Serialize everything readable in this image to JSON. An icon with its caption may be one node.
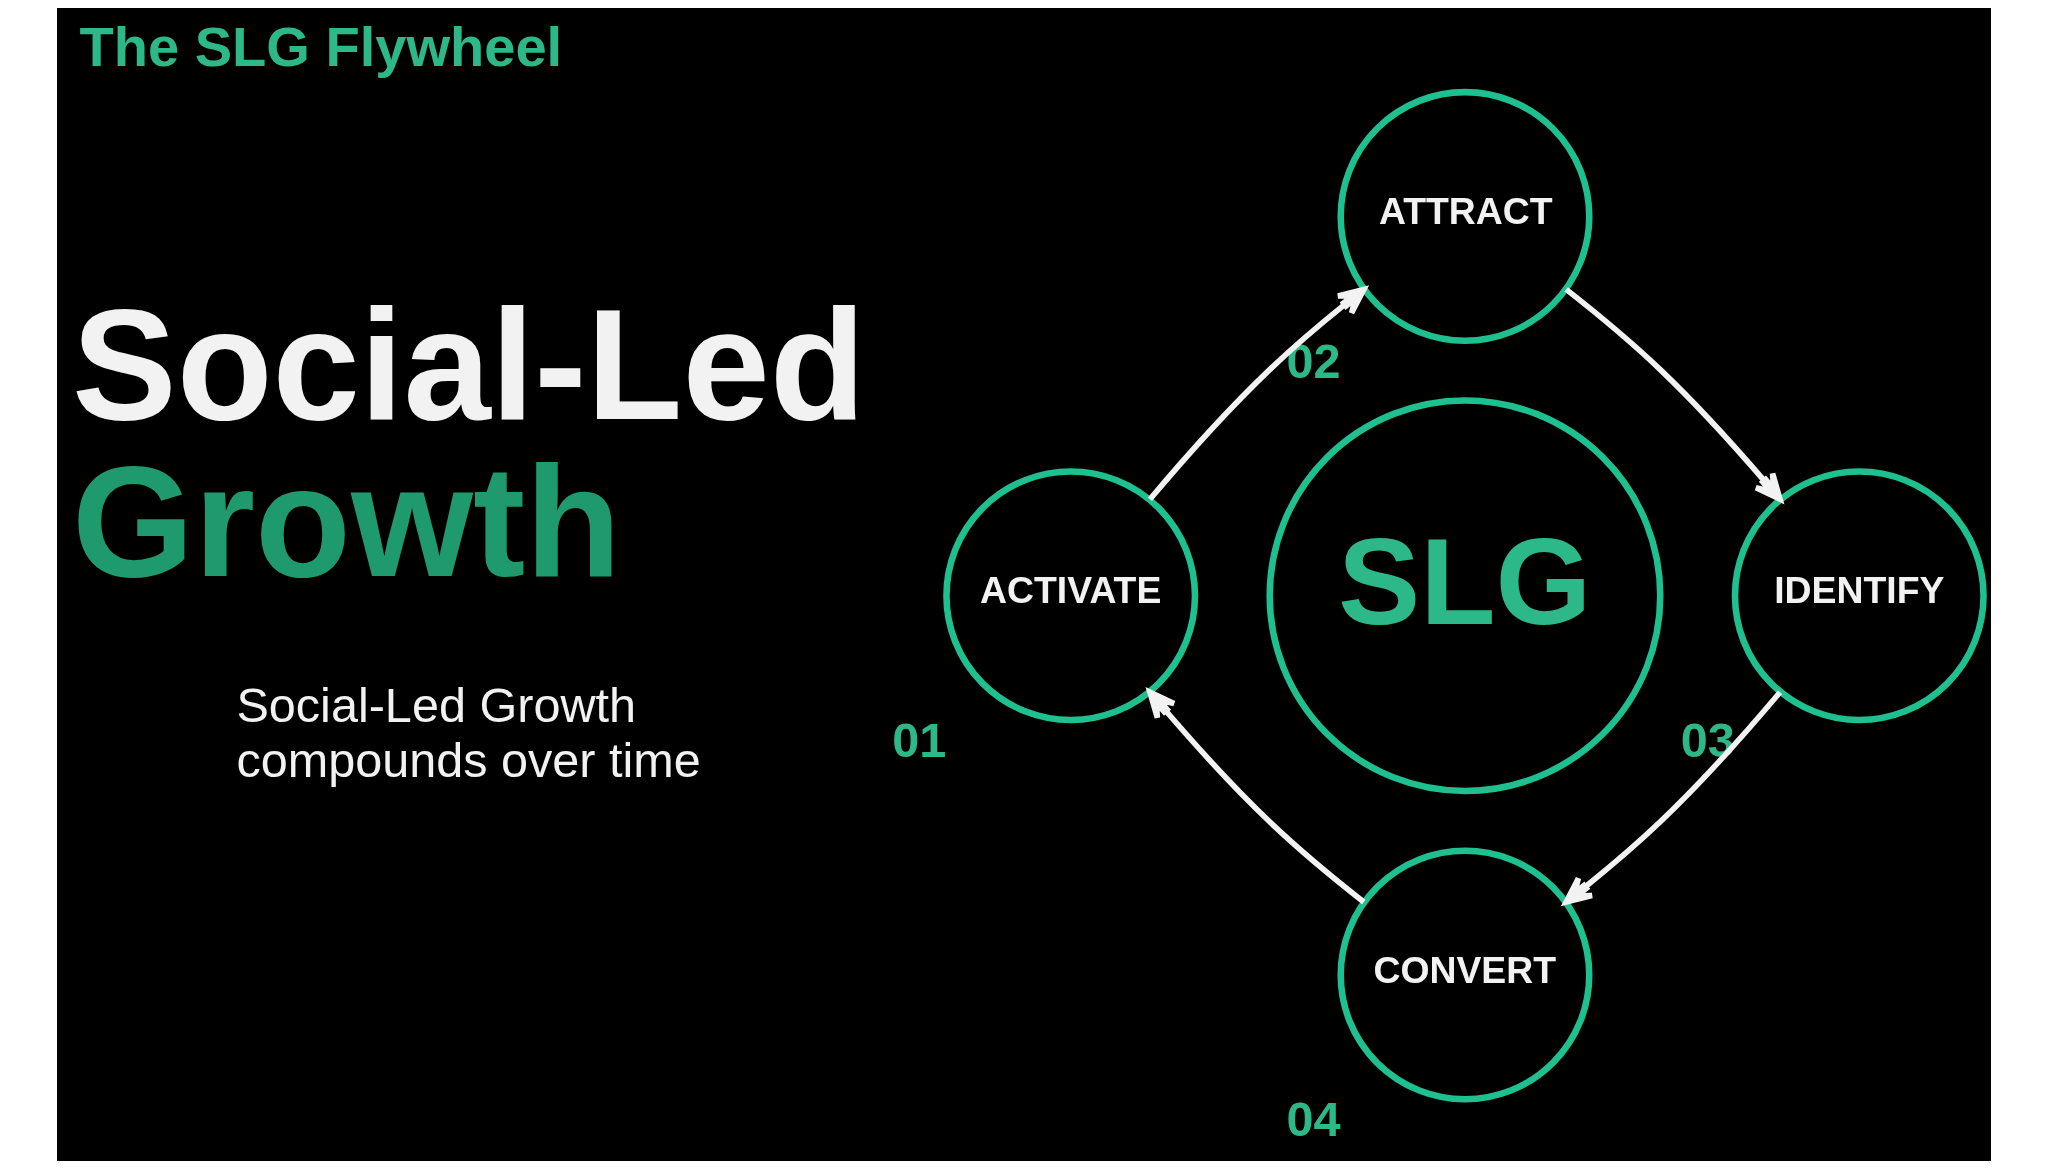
{
  "diagram": {
    "title": "The SLG Flywheel",
    "nodes": [
      {
        "text": [
          "ACTIVATE"
        ],
        "beside": [
          "01"
        ]
      },
      {
        "text": [
          "ATTRACT"
        ],
        "beside": [
          "02"
        ]
      },
      {
        "text": [
          "IDENTIFY"
        ],
        "beside": [
          "03"
        ]
      },
      {
        "text": [
          "CONVERT"
        ],
        "beside": [
          "04"
        ]
      },
      {
        "text": [
          "SLG"
        ]
      }
    ],
    "edges": [
      {
        "from": 0,
        "to": 1,
        "arrow": "to"
      },
      {
        "from": 1,
        "to": 2,
        "arrow": "to"
      },
      {
        "from": 2,
        "to": 3,
        "arrow": "to"
      },
      {
        "from": 3,
        "to": 0,
        "arrow": "to"
      }
    ],
    "labels": [
      "Social-Led Growth",
      "Social-Led Growth compounds over time"
    ]
  }
}
